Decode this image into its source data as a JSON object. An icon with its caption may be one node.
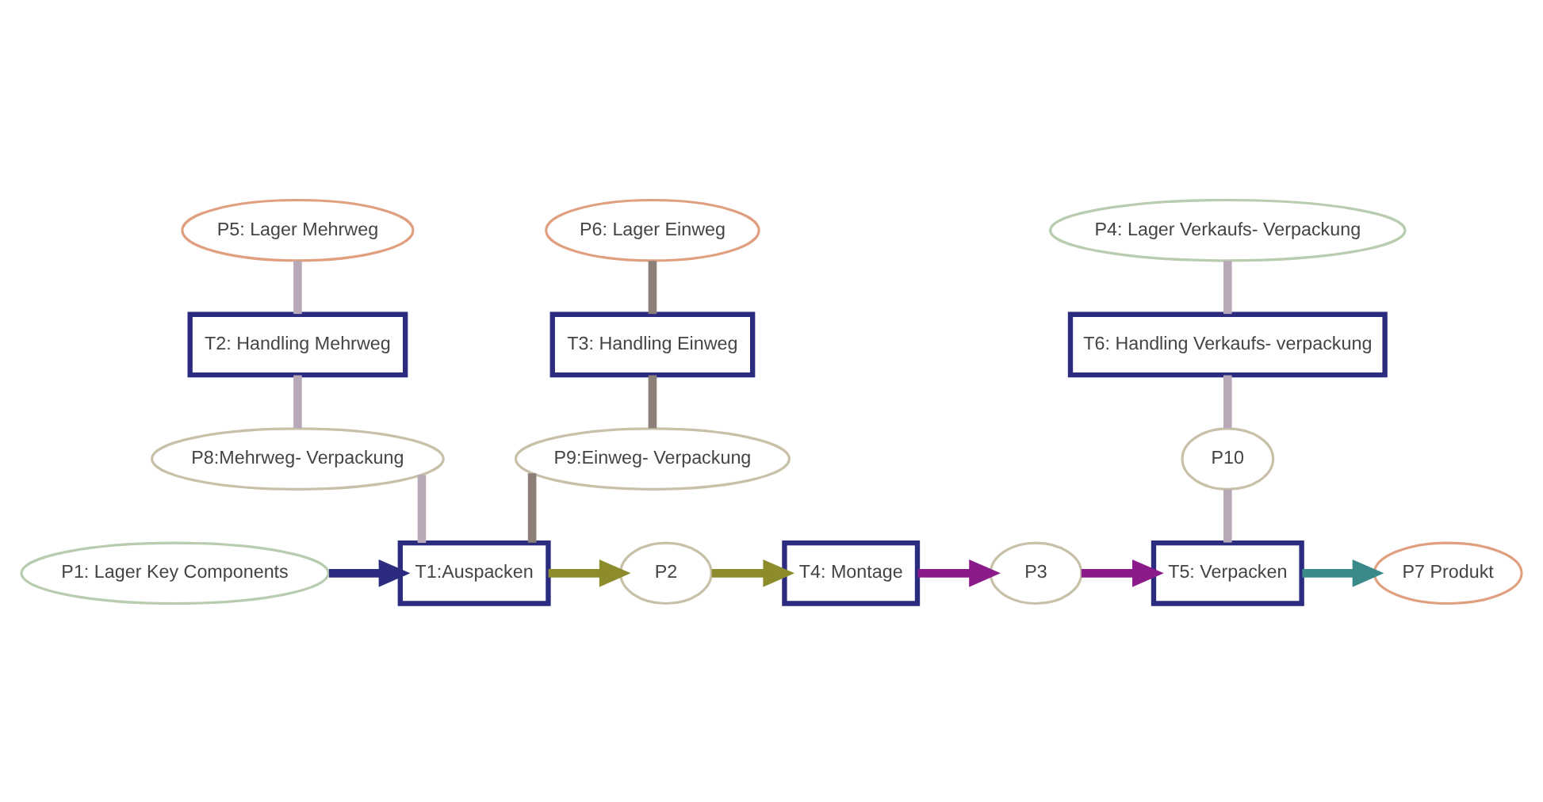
{
  "diagram": {
    "nodes": [
      {
        "text": [
          "P5: Lager Mehrweg"
        ]
      },
      {
        "text": [
          "P6: Lager Einweg"
        ]
      },
      {
        "text": [
          "P4: Lager Verkaufs- Verpackung"
        ]
      },
      {
        "text": [
          "T2: Handling Mehrweg"
        ]
      },
      {
        "text": [
          "T3: Handling Einweg"
        ]
      },
      {
        "text": [
          "T6: Handling Verkaufs- verpackung"
        ]
      },
      {
        "text": [
          "P8:Mehrweg- Verpackung"
        ]
      },
      {
        "text": [
          "P9:Einweg- Verpackung"
        ]
      },
      {
        "text": [
          "P10"
        ]
      },
      {
        "text": [
          "P1: Lager Key Components"
        ]
      },
      {
        "text": [
          "T1:Auspacken"
        ]
      },
      {
        "text": [
          "P2"
        ]
      },
      {
        "text": [
          "T4: Montage"
        ]
      },
      {
        "text": [
          "P3"
        ]
      },
      {
        "text": [
          "T5: Verpacken"
        ]
      },
      {
        "text": [
          "P7 Produkt"
        ]
      }
    ],
    "edges": [
      {
        "from": 0,
        "to": 3,
        "arrow": "none",
        "color": "#b8a8b8"
      },
      {
        "from": 1,
        "to": 4,
        "arrow": "none",
        "color": "#8c7f78"
      },
      {
        "from": 2,
        "to": 5,
        "arrow": "none",
        "color": "#b8a8b8"
      },
      {
        "from": 3,
        "to": 6,
        "arrow": "none",
        "color": "#b8a8b8"
      },
      {
        "from": 4,
        "to": 7,
        "arrow": "none",
        "color": "#8c7f78"
      },
      {
        "from": 5,
        "to": 8,
        "arrow": "none",
        "color": "#b8a8b8"
      },
      {
        "from": 6,
        "to": 10,
        "arrow": "none",
        "color": "#b8a8b8"
      },
      {
        "from": 7,
        "to": 10,
        "arrow": "none",
        "color": "#8c7f78"
      },
      {
        "from": 8,
        "to": 14,
        "arrow": "none",
        "color": "#b8a8b8"
      },
      {
        "from": 9,
        "to": 10,
        "arrow": "to",
        "color": "#2b2b80"
      },
      {
        "from": 10,
        "to": 11,
        "arrow": "to",
        "color": "#8c8c2c"
      },
      {
        "from": 11,
        "to": 12,
        "arrow": "to",
        "color": "#8c8c2c"
      },
      {
        "from": 12,
        "to": 13,
        "arrow": "to",
        "color": "#8b1a8b"
      },
      {
        "from": 13,
        "to": 14,
        "arrow": "to",
        "color": "#8b1a8b"
      },
      {
        "from": 14,
        "to": 15,
        "arrow": "to",
        "color": "#3a8a8a"
      }
    ]
  }
}
